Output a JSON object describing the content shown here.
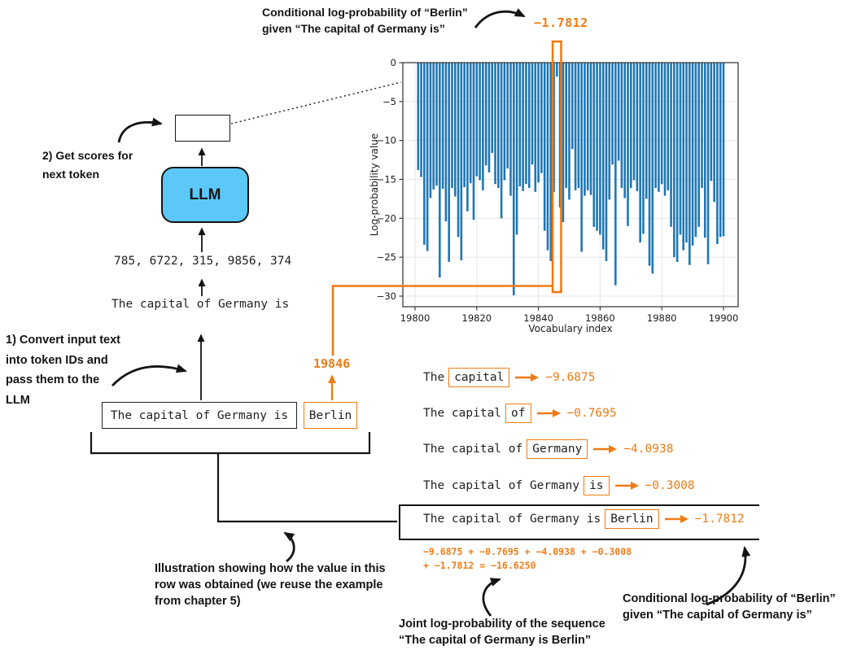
{
  "colors": {
    "accent": "#EE7B15",
    "bar_blue": "#1f77b4",
    "llm_fill": "#5BC8F8"
  },
  "annotations": {
    "top": {
      "lines": [
        "Conditional log-probability of “Berlin”",
        "given “The capital of Germany is”"
      ]
    },
    "get_scores": {
      "lines": [
        "2) Get scores for",
        "next token"
      ]
    },
    "convert": {
      "lines": [
        "1) Convert input text",
        "into token IDs and",
        "pass them to the",
        "LLM"
      ]
    },
    "illustration": {
      "lines": [
        "Illustration showing how the value in this",
        "row was obtained (we reuse the example",
        "from chapter 5)"
      ]
    },
    "joint": {
      "lines": [
        "Joint log-probability of the sequence",
        "“The capital of Germany is Berlin”"
      ]
    },
    "conditional_right": {
      "lines": [
        "Conditional log-probability of “Berlin”",
        "given “The capital of Germany is”"
      ]
    }
  },
  "top_value": "−1.7812",
  "flow": {
    "llm_label": "LLM",
    "token_ids": "785, 6722, 315, 9856, 374",
    "prompt": "The capital of Germany is",
    "input_box": "The capital of Germany is",
    "next_token_box": "Berlin",
    "token_id_label": "19846"
  },
  "rows": [
    {
      "prefix": "The",
      "word": "capital",
      "value": "−9.6875"
    },
    {
      "prefix": "The capital",
      "word": "of",
      "value": "−0.7695"
    },
    {
      "prefix": "The capital of",
      "word": "Germany",
      "value": "−4.0938"
    },
    {
      "prefix": "The capital of Germany",
      "word": "is",
      "value": "−0.3008"
    },
    {
      "prefix": "The capital of Germany is",
      "word": "Berlin",
      "value": "−1.7812"
    }
  ],
  "sum": {
    "lines": [
      "−9.6875 + −0.7695 + −4.0938 + −0.3008",
      "+ −1.7812 = −16.6250"
    ]
  },
  "chart_data": {
    "type": "bar",
    "title": "",
    "xlabel": "Vocabulary index",
    "ylabel": "Log-probability value",
    "x_start": 19801,
    "xticks": [
      19800,
      19820,
      19840,
      19860,
      19880,
      19900
    ],
    "yticks": [
      0,
      -5,
      -10,
      -15,
      -20,
      -25,
      -30
    ],
    "ylim": [
      -31.4,
      0
    ],
    "grid": true,
    "legend": false,
    "highlight": {
      "vocab_index": 19846,
      "value": -1.7812
    },
    "values": [
      -13.8,
      -14.7,
      -23.4,
      -24.2,
      -17.4,
      -16.3,
      -15.8,
      -27.6,
      -16.2,
      -20.4,
      -25.6,
      -16.1,
      -17.2,
      -22.4,
      -25.4,
      -16.0,
      -19.1,
      -15.5,
      -20.2,
      -14.6,
      -15.1,
      -16.4,
      -13.2,
      -14.1,
      -11.6,
      -15.6,
      -16.1,
      -20.0,
      -15.1,
      -13.6,
      -17.1,
      -29.9,
      -22.1,
      -15.9,
      -16.5,
      -15.6,
      -16.1,
      -13.1,
      -16.6,
      -15.4,
      -14.2,
      -21.6,
      -24.1,
      -25.5,
      -16.6,
      -1.7812,
      -18.6,
      -20.5,
      -16.1,
      -17.6,
      -11.1,
      -16.4,
      -16.1,
      -24.3,
      -17.1,
      -16.4,
      -17.0,
      -21.1,
      -21.6,
      -22.1,
      -24.0,
      -25.5,
      -17.6,
      -13.1,
      -28.6,
      -12.6,
      -16.1,
      -17.4,
      -21.0,
      -16.1,
      -15.1,
      -16.5,
      -23.1,
      -22.0,
      -17.5,
      -26.1,
      -27.1,
      -16.1,
      -16.6,
      -15.6,
      -17.1,
      -16.4,
      -21.1,
      -25.0,
      -25.6,
      -22.1,
      -24.1,
      -23.1,
      -26.0,
      -23.5,
      -22.4,
      -21.1,
      -16.1,
      -22.5,
      -25.9,
      -15.2,
      -17.9,
      -23.3,
      -22.4,
      -22.3
    ]
  }
}
